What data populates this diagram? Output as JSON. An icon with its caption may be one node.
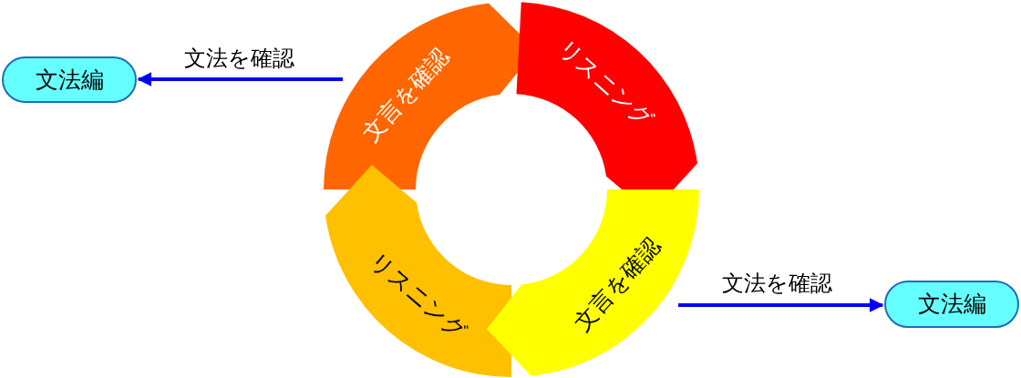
{
  "diagram": {
    "nodes": [
      {
        "text": [
          "文法編"
        ]
      },
      {
        "text": [
          "文言を確認"
        ]
      },
      {
        "text": [
          "リスニング"
        ]
      },
      {
        "text": [
          "リスニング"
        ]
      },
      {
        "text": [
          "文言を確認"
        ]
      },
      {
        "text": [
          "文法編"
        ]
      }
    ],
    "edges": [
      {
        "from": null,
        "to": 0,
        "arrow": "to",
        "label": "文法を確認"
      },
      {
        "from": null,
        "to": 5,
        "arrow": "to",
        "label": "文法を確認"
      }
    ]
  }
}
